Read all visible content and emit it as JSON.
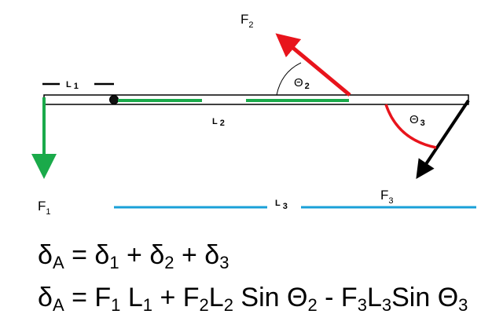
{
  "colors": {
    "beam_outline": "#000000",
    "green": "#1aaa4a",
    "red": "#e8141c",
    "black": "#000000",
    "blue": "#1aa0d8"
  },
  "labels": {
    "F1": {
      "main": "F",
      "sub": "1"
    },
    "F2": {
      "main": "F",
      "sub": "2"
    },
    "F3": {
      "main": "F",
      "sub": "3"
    },
    "L1": {
      "main": "L",
      "sub": "1"
    },
    "L2": {
      "main": "L",
      "sub": "2"
    },
    "L3": {
      "main": "L",
      "sub": "3"
    },
    "theta2": {
      "main": "Θ",
      "sub": "2"
    },
    "theta3": {
      "main": "Θ",
      "sub": "3"
    }
  },
  "equations": {
    "line1": {
      "lhs": "δ",
      "lhs_sub": "A",
      "eq": " = ",
      "t1": "δ",
      "t1_sub": "1",
      "p1": " + ",
      "t2": "δ",
      "t2_sub": "2",
      "p2": " + ",
      "t3": "δ",
      "t3_sub": "3"
    },
    "line2": {
      "lhs": "δ",
      "lhs_sub": "A",
      "eq": " = ",
      "a": "F",
      "a_sub": "1",
      "b": " L",
      "b_sub": "1",
      "c": " + F",
      "c_sub": "2",
      "d": "L",
      "d_sub": "2",
      "e": " Sin Θ",
      "e_sub": "2",
      "f": " - F",
      "f_sub": "3",
      "g": "L",
      "g_sub": "3",
      "h": "Sin Θ",
      "h_sub": "3"
    }
  }
}
